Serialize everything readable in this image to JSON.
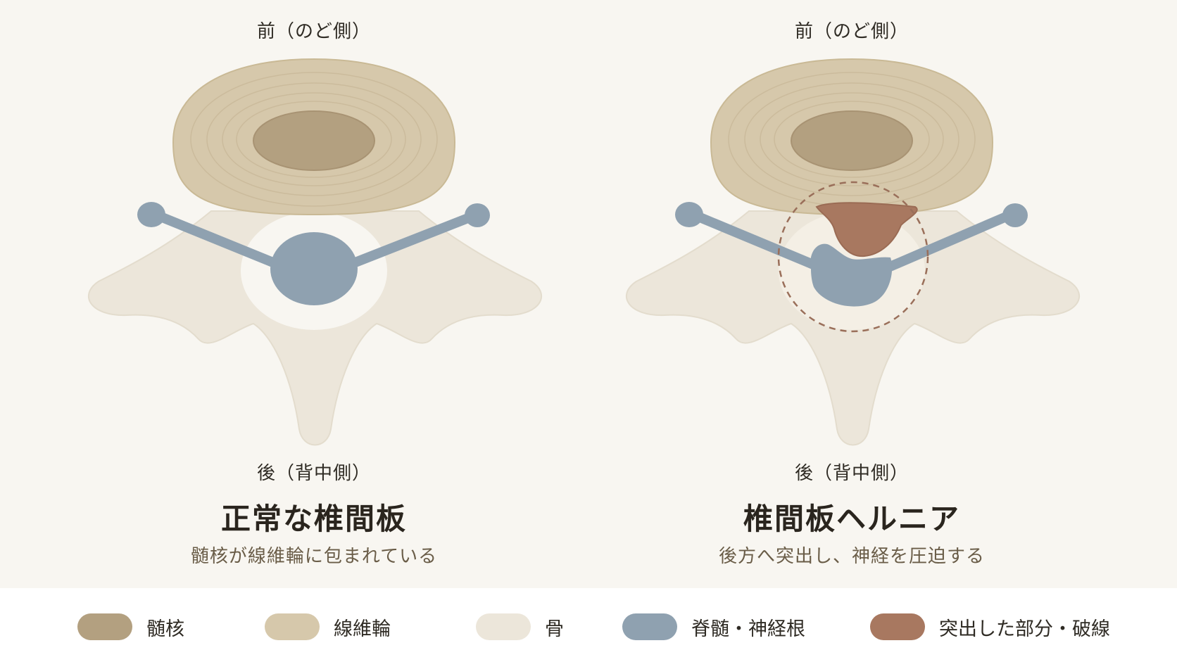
{
  "panels": [
    {
      "front_label": "前（のど側）",
      "back_label": "後（背中側）",
      "title": "正常な椎間板",
      "subtitle": "髄核が線維輪に包まれている"
    },
    {
      "front_label": "前（のど側）",
      "back_label": "後（背中側）",
      "title": "椎間板ヘルニア",
      "subtitle": "後方へ突出し、神経を圧迫する"
    }
  ],
  "legend": [
    {
      "label": "髄核",
      "color": "#b3a080"
    },
    {
      "label": "線維輪",
      "color": "#d6c8ab"
    },
    {
      "label": "骨",
      "color": "#ece6da"
    },
    {
      "label": "脊髄・神経根",
      "color": "#8fa1b0"
    },
    {
      "label": "突出した部分・破線",
      "color": "#a87860"
    }
  ],
  "colors": {
    "background": "#f8f6f1",
    "bone": "#ece6da",
    "annulus": "#d6c8ab",
    "nucleus": "#b3a080",
    "nerve": "#8fa1b0",
    "herniation": "#a87860"
  }
}
